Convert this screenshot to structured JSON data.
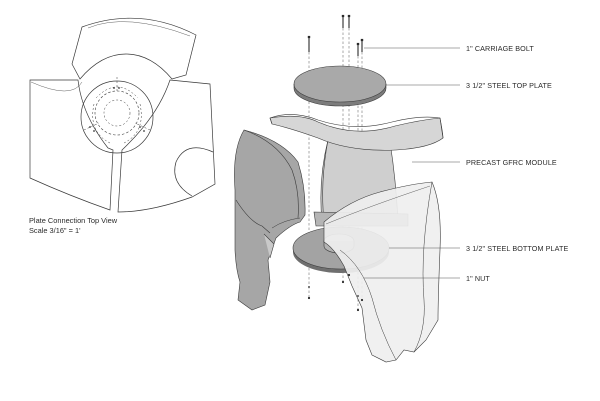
{
  "plan_view": {
    "caption_title": "Plate Connection Top View",
    "caption_scale": "Scale 3/16\" = 1'"
  },
  "callouts": [
    {
      "id": "carriage-bolt",
      "text": "1\" CARRIAGE BOLT"
    },
    {
      "id": "top-plate",
      "text": "3 1/2\" STEEL TOP PLATE"
    },
    {
      "id": "gfrc-module",
      "text": "PRECAST GFRC MODULE"
    },
    {
      "id": "bottom-plate",
      "text": "3 1/2\" STEEL BOTTOM PLATE"
    },
    {
      "id": "nut",
      "text": "1\" NUT"
    }
  ],
  "colors": {
    "line": "#3a3a3a",
    "steel": "#8c8c8c",
    "module_dark": "#9a9a9a",
    "module_mid": "#c4c4c4",
    "module_light": "#e6e6e6"
  }
}
